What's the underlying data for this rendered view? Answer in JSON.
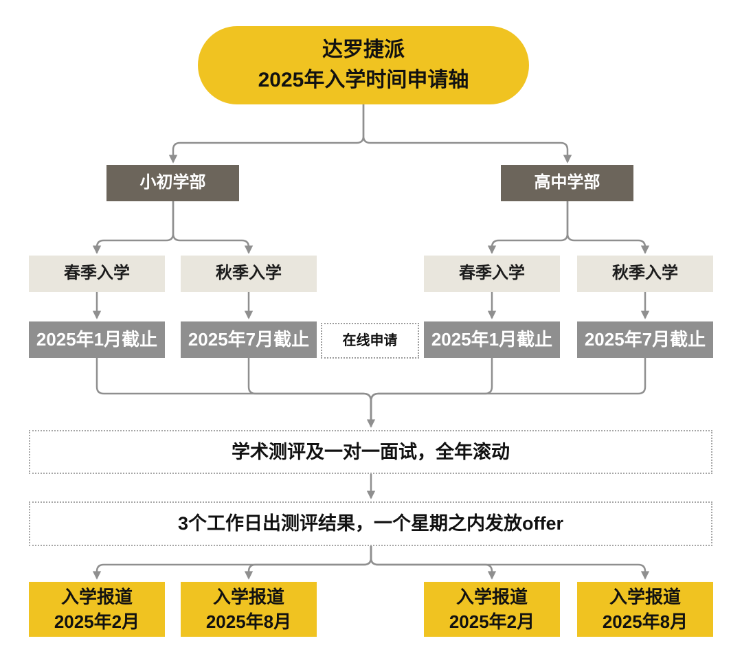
{
  "title": {
    "line1": "达罗捷派",
    "line2": "2025年入学时间申请轴"
  },
  "departments": [
    {
      "label": "小初学部"
    },
    {
      "label": "高中学部"
    }
  ],
  "intakes": [
    {
      "label": "春季入学"
    },
    {
      "label": "秋季入学"
    },
    {
      "label": "春季入学"
    },
    {
      "label": "秋季入学"
    }
  ],
  "deadlines": [
    {
      "label": "2025年1月截止"
    },
    {
      "label": "2025年7月截止"
    },
    {
      "label": "2025年1月截止"
    },
    {
      "label": "2025年7月截止"
    }
  ],
  "online_application": {
    "label": "在线申请"
  },
  "steps": [
    {
      "label": "学术测评及一对一面试，全年滚动"
    },
    {
      "label": "3个工作日出测评结果，一个星期之内发放offer"
    }
  ],
  "enrollments": [
    {
      "line1": "入学报道",
      "line2": "2025年2月"
    },
    {
      "line1": "入学报道",
      "line2": "2025年8月"
    },
    {
      "line1": "入学报道",
      "line2": "2025年2月"
    },
    {
      "line1": "入学报道",
      "line2": "2025年8月"
    }
  ],
  "colors": {
    "accent_yellow": "#F0C321",
    "dark_brown": "#6C655B",
    "beige": "#E9E6DD",
    "mid_gray": "#8F8F8F",
    "connector_line": "#8F8F8F"
  }
}
